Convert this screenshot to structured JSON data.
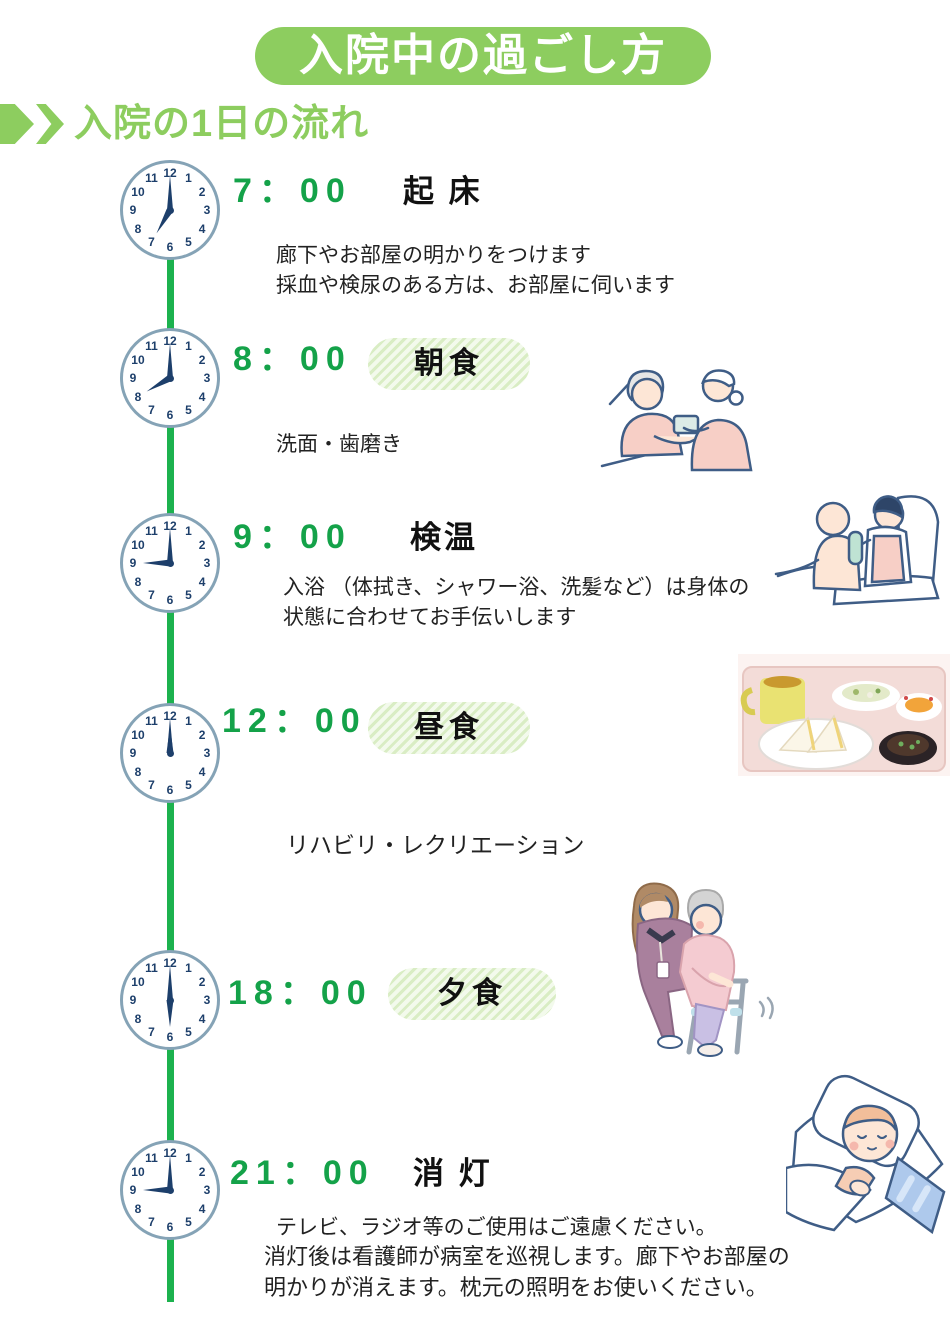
{
  "page": {
    "title": "入院中の過ごし方",
    "section_heading": "入院の1日の流れ"
  },
  "colors": {
    "green_banner": "#8DCD5F",
    "green_time_text": "#14A249",
    "green_timeline": "#1CB24E",
    "clock_border_blue": "#85A3B6",
    "clock_navy": "#1D3F6B",
    "meal_pill_stripe": "#D9EDC4",
    "meal_pill_base": "#F3FAEC",
    "text_black": "#111111"
  },
  "schedule": [
    {
      "time": "7：00",
      "label": "起 床",
      "label_style": "plain",
      "clock": {
        "hour": 7,
        "minute": 0
      },
      "descriptions": [
        "廊下やお部屋の明かりをつけます",
        "採血や検尿のある方は、お部屋に伺います"
      ]
    },
    {
      "time": "8：00",
      "label": "朝食",
      "label_style": "striped-pill",
      "clock": {
        "hour": 8,
        "minute": 0
      },
      "descriptions": [
        "洗面・歯磨き"
      ]
    },
    {
      "time": "9：00",
      "label": "検温",
      "label_style": "plain",
      "clock": {
        "hour": 9,
        "minute": 0
      },
      "descriptions": [
        "入浴 （体拭き、シャワー浴、洗髪など）は身体の",
        "状態に合わせてお手伝いします"
      ]
    },
    {
      "time": "12：00",
      "label": "昼食",
      "label_style": "striped-pill",
      "clock": {
        "hour": 12,
        "minute": 0
      },
      "descriptions": []
    },
    {
      "time": "18：00",
      "label": "夕食",
      "label_style": "striped-pill",
      "clock": {
        "hour": 6,
        "minute": 0
      },
      "descriptions": []
    },
    {
      "time": "21：00",
      "label": "消 灯",
      "label_style": "plain",
      "clock": {
        "hour": 9,
        "minute": 0
      },
      "descriptions": [
        "テレビ、ラジオ等のご使用はご遠慮ください。"
      ]
    }
  ],
  "interlude": "リハビリ・レクリエーション",
  "footer_lines": [
    "消灯後は看護師が病室を巡視します。廊下やお部屋の",
    "明かりが消えます。枕元の照明をお使いください。"
  ],
  "illustrations": [
    "blood-pressure-check-illustration",
    "body-wiping-assistance-illustration",
    "meal-tray-photo",
    "walker-assistance-illustration",
    "sleeping-patient-illustration"
  ]
}
